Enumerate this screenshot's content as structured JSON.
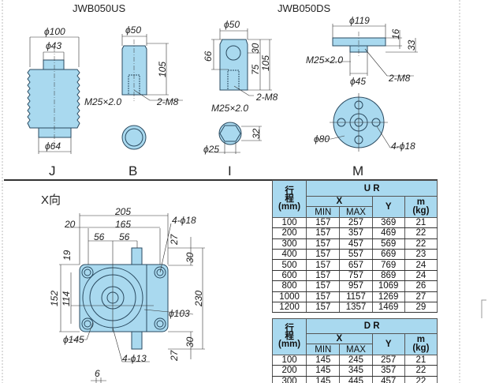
{
  "top": {
    "model_us": "JWB050US",
    "model_ds": "JWB050DS",
    "parts": {
      "J": {
        "label": "J",
        "d_outer": "ϕ100",
        "d_inner": "ϕ43",
        "d_bottom": "ϕ64"
      },
      "B": {
        "label": "B",
        "d": "ϕ50",
        "length": "105",
        "thread": "M25×2.0",
        "bolt": "2-M8"
      },
      "I": {
        "label": "I",
        "d": "ϕ50",
        "h1": "66",
        "h2": "30",
        "h3": "75",
        "h4": "105",
        "bolt": "2-M8",
        "thread": "M25×2.0",
        "pin": "ϕ25",
        "width": "32"
      },
      "M": {
        "label": "M",
        "d": "ϕ119",
        "t1": "16",
        "t2": "33",
        "thread": "M25×2.0",
        "boss": "ϕ45",
        "bolt": "2-M8",
        "pcd": "ϕ80",
        "holes": "4-ϕ18"
      }
    }
  },
  "xview": {
    "title": "X向",
    "dims": {
      "w205": "205",
      "w20": "20",
      "w165": "165",
      "a56": "56",
      "b56": "56",
      "holes_top": "4-ϕ18",
      "h27a": "27",
      "h30a": "30",
      "h19": "19",
      "h152": "152",
      "h114": "114",
      "h230": "230",
      "d103": "ϕ103",
      "d145": "ϕ145",
      "h30b": "30",
      "h27b": "27",
      "holes_bottom": "4-ϕ13",
      "w6": "6"
    }
  },
  "tables": [
    {
      "name": "U R",
      "h_stroke_1": "行",
      "h_stroke_2": "程",
      "h_stroke_3": "(mm)",
      "h_x": "X",
      "h_min": "MIN",
      "h_max": "MAX",
      "h_y": "Y",
      "h_m": "m",
      "h_kg": "(kg)",
      "rows": [
        [
          "100",
          "157",
          "257",
          "369",
          "21"
        ],
        [
          "200",
          "157",
          "357",
          "469",
          "22"
        ],
        [
          "300",
          "157",
          "457",
          "569",
          "22"
        ],
        [
          "400",
          "157",
          "557",
          "669",
          "23"
        ],
        [
          "500",
          "157",
          "657",
          "769",
          "24"
        ],
        [
          "600",
          "157",
          "757",
          "869",
          "24"
        ],
        [
          "800",
          "157",
          "957",
          "1069",
          "26"
        ],
        [
          "1000",
          "157",
          "1157",
          "1269",
          "27"
        ],
        [
          "1200",
          "157",
          "1357",
          "1469",
          "29"
        ]
      ]
    },
    {
      "name": "D R",
      "h_stroke_1": "行",
      "h_stroke_2": "程",
      "h_stroke_3": "(mm)",
      "h_x": "X",
      "h_min": "MIN",
      "h_max": "MAX",
      "h_y": "Y",
      "h_m": "m",
      "h_kg": "(kg)",
      "rows": [
        [
          "100",
          "145",
          "245",
          "257",
          "21"
        ],
        [
          "200",
          "145",
          "345",
          "357",
          "22"
        ],
        [
          "300",
          "145",
          "445",
          "457",
          "22"
        ]
      ]
    }
  ]
}
